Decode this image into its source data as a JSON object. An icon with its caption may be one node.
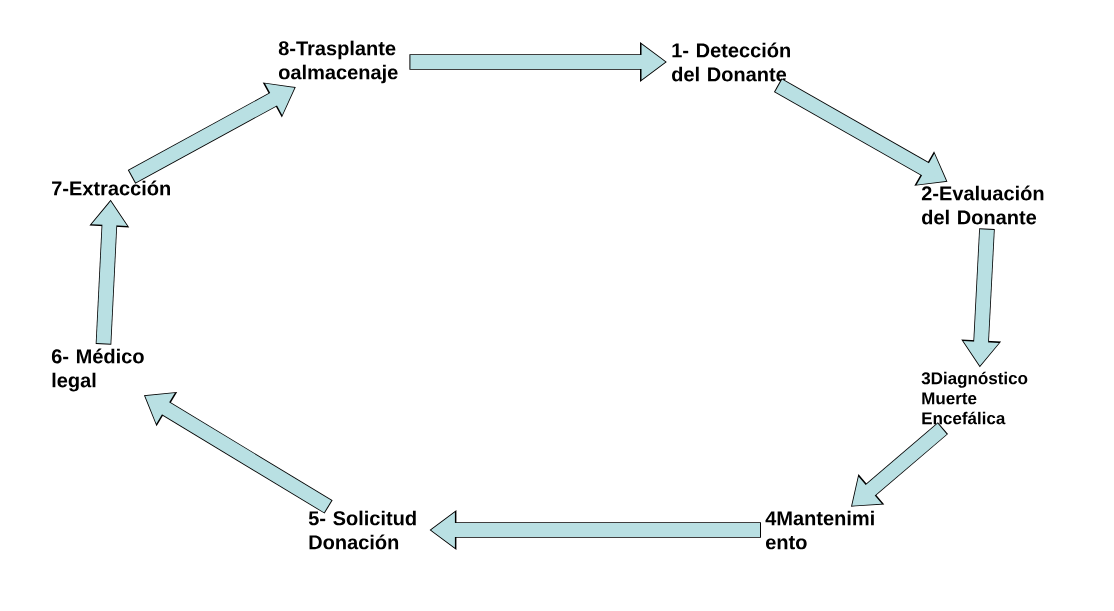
{
  "diagram": {
    "nodes": [
      {
        "text": [
          "1- Detección del Donante"
        ]
      },
      {
        "text": [
          "2-Evaluación del Donante"
        ]
      },
      {
        "text": [
          "3Diagnóstico Muerte Encefálica"
        ]
      },
      {
        "text": [
          "4Mantenimi ento"
        ]
      },
      {
        "text": [
          "5- Solicitud Donación"
        ]
      },
      {
        "text": [
          "6- Médico legal"
        ]
      },
      {
        "text": [
          "7-Extracción"
        ]
      },
      {
        "text": [
          "8-Trasplante oalmacenaje"
        ]
      }
    ],
    "edges": [
      {
        "from": 7,
        "to": 0,
        "arrow": "to"
      },
      {
        "from": 0,
        "to": 1,
        "arrow": "to"
      },
      {
        "from": 1,
        "to": 2,
        "arrow": "to"
      },
      {
        "from": 2,
        "to": 3,
        "arrow": "to"
      },
      {
        "from": 3,
        "to": 4,
        "arrow": "to"
      },
      {
        "from": 4,
        "to": 5,
        "arrow": "to"
      },
      {
        "from": 5,
        "to": 6,
        "arrow": "to"
      },
      {
        "from": 6,
        "to": 7,
        "arrow": "to"
      }
    ]
  }
}
